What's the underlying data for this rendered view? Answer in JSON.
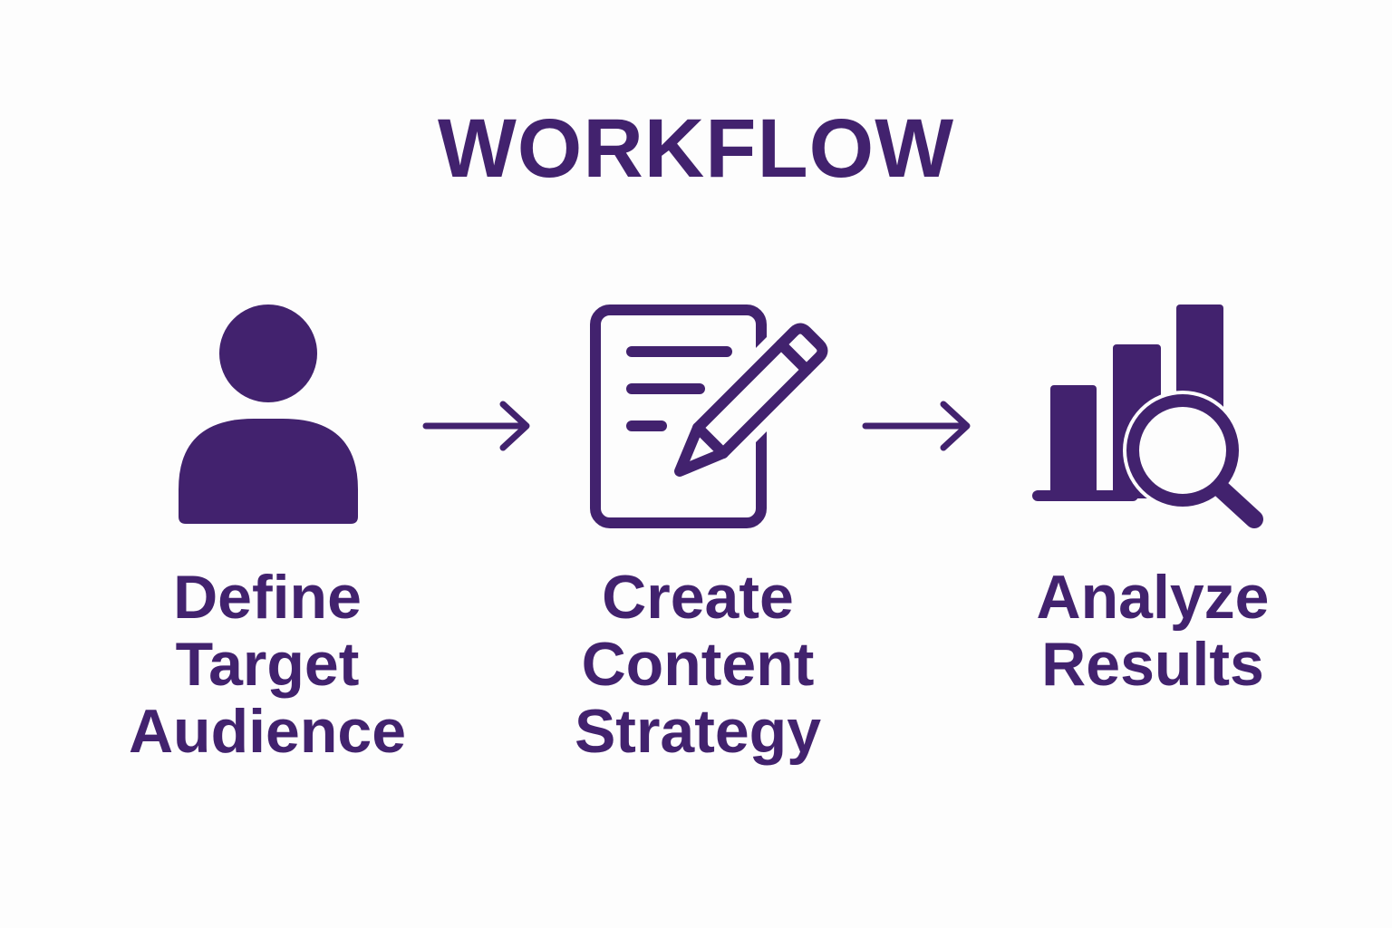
{
  "title": "WORKFLOW",
  "accent_color": "#42226e",
  "steps": [
    {
      "icon": "person-icon",
      "lines": [
        "Define",
        "Target",
        "Audience"
      ]
    },
    {
      "icon": "document-pencil-icon",
      "lines": [
        "Create",
        "Content",
        "Strategy"
      ]
    },
    {
      "icon": "chart-magnifier-icon",
      "lines": [
        "Analyze",
        "Results"
      ]
    }
  ]
}
